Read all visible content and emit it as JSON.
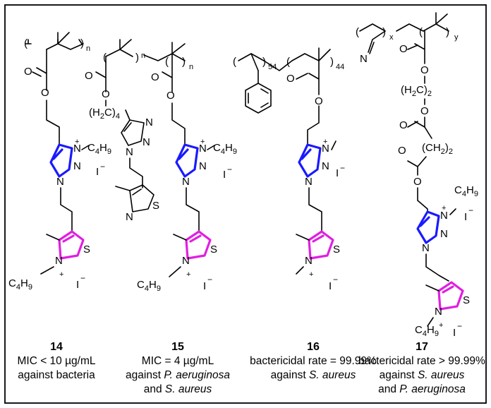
{
  "colors": {
    "triazolium": "#1a1aff",
    "thiazolium": "#e020e0",
    "frame": "#000000"
  },
  "compounds": [
    {
      "number": "14",
      "lines": [
        [
          {
            "t": "MIC < 10 µg/mL"
          }
        ],
        [
          {
            "t": "against bacteria"
          }
        ]
      ]
    },
    {
      "number": "15",
      "lines": [
        [
          {
            "t": "MIC = 4 µg/mL"
          }
        ],
        [
          {
            "t": "against "
          },
          {
            "t": "P. aeruginosa",
            "i": true
          }
        ],
        [
          {
            "t": "and "
          },
          {
            "t": "S. aureus",
            "i": true
          }
        ]
      ]
    },
    {
      "number": "16",
      "lines": [
        [
          {
            "t": "bactericidal rate = 99.99%"
          }
        ],
        [
          {
            "t": "against "
          },
          {
            "t": "S. aureus",
            "i": true
          }
        ]
      ]
    },
    {
      "number": "17",
      "lines": [
        [
          {
            "t": "bactericidal rate > 99.99%"
          }
        ],
        [
          {
            "t": "against "
          },
          {
            "t": "S. aureus",
            "i": true
          }
        ],
        [
          {
            "t": "and "
          },
          {
            "t": "P. aeruginosa",
            "i": true
          }
        ]
      ]
    }
  ],
  "labels": {
    "o": "O",
    "n": "N",
    "s": "S",
    "i": "I",
    "plus": "+",
    "minus": "−",
    "c": "C",
    "h": "H",
    "four": "4",
    "nine": "9",
    "two": "2",
    "paren_open": "(",
    "paren_close": ")",
    "sub_n": "n",
    "sub_54": "54",
    "sub_44": "44",
    "sub_x": "x",
    "sub_y": "y"
  }
}
